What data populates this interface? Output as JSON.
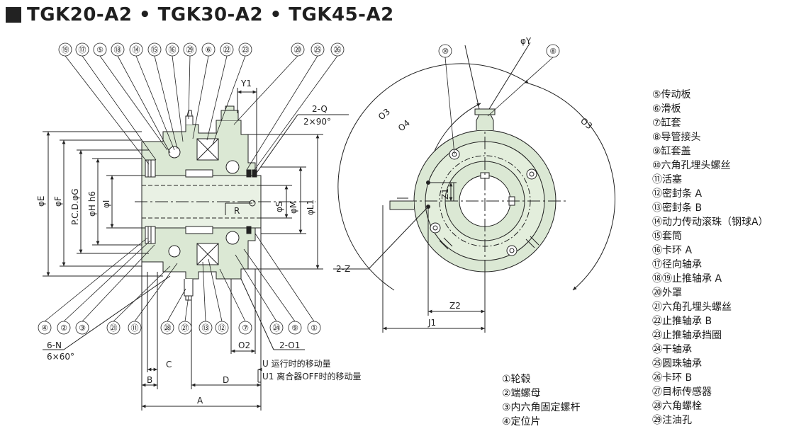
{
  "title": "TGK20-A2 • TGK30-A2 • TGK45-A2",
  "colors": {
    "body_fill": "#dbe8d4",
    "line": "#222222",
    "background": "#ffffff"
  },
  "callouts_top": [
    "⑲",
    "⑰",
    "⑤",
    "⑱",
    "⑭",
    "⑮",
    "⑯",
    "㉙",
    "⑥",
    "㉒",
    "㉓",
    "⑳",
    "㉕",
    "㉖"
  ],
  "callouts_bottom": [
    "④",
    "②",
    "③",
    "㉑",
    "⑪",
    "㉘",
    "㉗",
    "⑬",
    "⑫",
    "⑦",
    "㉔",
    "⑨",
    "①"
  ],
  "callouts_front": [
    "⑩",
    "⑧"
  ],
  "labels": {
    "y1": "Y1",
    "q": "2-Q",
    "q_angle": "2×90°",
    "phi_e": "φE",
    "phi_f": "φF",
    "pcd_g": "P.C.D.φG",
    "phi_h": "φH h6",
    "phi_i": "φI",
    "phi_s": "φS",
    "phi_m": "φM",
    "phi_l1": "φL1",
    "r": "R",
    "n": "6-N",
    "n_angle": "6×60°",
    "o2": "O2",
    "o1": "2-O1",
    "c": "C",
    "b": "B",
    "d": "D",
    "a": "A",
    "u": "U 运行时的移动量",
    "u1": "U1 离合器OFF时的移动量",
    "phi_y": "φY",
    "o3a": "O3",
    "o4": "O4",
    "o3b": "O3",
    "z": "2-Z",
    "z1": "Z1",
    "z2": "Z2",
    "j1": "J1"
  },
  "legend_right": [
    "⑤传动板",
    "⑥滑板",
    "⑦缸套",
    "⑧导管接头",
    "⑨缸套盖",
    "⑩六角孔埋头螺丝",
    "⑪活塞",
    "⑫密封条 A",
    "⑬密封条 B",
    "⑭动力传动滚珠（钢球A）",
    "⑮套筒",
    "⑯卡环 A",
    "⑰径向轴承",
    "⑱⑲止推轴承 A",
    "⑳外罩",
    "㉑六角孔埋头螺丝",
    "㉒止推轴承 B",
    "㉓止推轴承挡圈",
    "㉔干轴承",
    "㉕圆珠轴承",
    "㉖卡环 B",
    "㉗目标传感器",
    "㉘六角螺栓",
    "㉙注油孔"
  ],
  "legend_bottom": [
    "①轮毂",
    "②端螺母",
    "③内六角固定螺杆",
    "④定位片"
  ]
}
